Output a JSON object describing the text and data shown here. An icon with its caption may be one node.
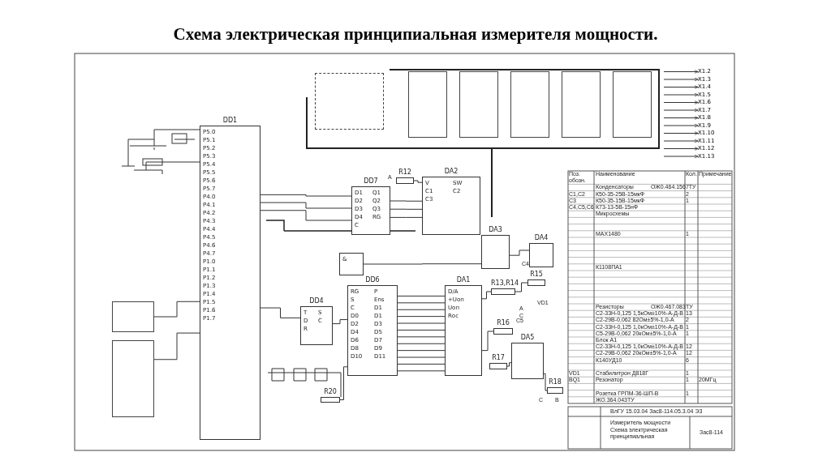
{
  "diagram": {
    "title": "Схема электрическая принципиальная измерителя мощности.",
    "nodes": [
      {
        "text": [
          "DD1",
          "P5.0",
          "P5.1",
          "P5.2",
          "P5.3",
          "P5.4",
          "P5.5",
          "P5.6",
          "P5.7",
          "P4.0",
          "P4.1",
          "P4.2",
          "P4.3",
          "P4.4",
          "P4.5",
          "P4.6",
          "P4.7",
          "P1.0",
          "P1.1",
          "P1.2",
          "P1.3",
          "P1.4",
          "P1.5",
          "P1.6",
          "P1.7"
        ]
      },
      {
        "text": [],
        "shape": "box"
      },
      {
        "text": [],
        "shape": "box"
      },
      {
        "text": [],
        "shape": "box"
      },
      {
        "text": [],
        "shape": "box"
      },
      {
        "text": [],
        "shape": "box"
      },
      {
        "text": [],
        "shape": "box"
      },
      {
        "text": [
          "DD7",
          "D1",
          "Q1",
          "D2",
          "Q2",
          "D3",
          "Q3",
          "D4",
          "RG",
          "C"
        ]
      },
      {
        "text": [
          "R12"
        ]
      },
      {
        "text": [
          "DA2",
          "V",
          "SW",
          "C1",
          "C2",
          "C3"
        ]
      },
      {
        "text": [
          "DA3"
        ]
      },
      {
        "text": [
          "DA4"
        ]
      },
      {
        "text": [
          "&"
        ]
      },
      {
        "text": [
          "DD6",
          "RG",
          "P",
          "S",
          "Ens",
          "C",
          "D1",
          "D0",
          "D1",
          "D2",
          "D3",
          "D4",
          "D5",
          "D6",
          "D7",
          "D8",
          "D9",
          "D10",
          "D11"
        ]
      },
      {
        "text": [
          "DA1",
          "D/A",
          "+Uоп",
          "Uоп",
          "Rос"
        ]
      },
      {
        "text": [
          "DD4",
          "T",
          "S",
          "D",
          "C",
          "R"
        ]
      },
      {
        "text": [
          "DA5"
        ]
      },
      {
        "text": [
          "R20"
        ]
      },
      {
        "text": [],
        "shape": "box"
      },
      {
        "text": [],
        "shape": "box"
      },
      {
        "text": [
          "R13,R14"
        ]
      },
      {
        "text": [
          "R15"
        ]
      },
      {
        "text": [
          "R16"
        ]
      },
      {
        "text": [
          "R17"
        ]
      },
      {
        "text": [
          "R18"
        ]
      },
      {
        "text": [
          "X1.2"
        ]
      },
      {
        "text": [
          "X1.3"
        ]
      },
      {
        "text": [
          "X1.4"
        ]
      },
      {
        "text": [
          "X1.5"
        ]
      },
      {
        "text": [
          "X1.6"
        ]
      },
      {
        "text": [
          "X1.7"
        ]
      },
      {
        "text": [
          "X1.8"
        ]
      },
      {
        "text": [
          "X1.9"
        ]
      },
      {
        "text": [
          "X1.10"
        ]
      },
      {
        "text": [
          "X1.11"
        ]
      },
      {
        "text": [
          "X1.12"
        ]
      },
      {
        "text": [
          "X1.13"
        ]
      }
    ],
    "edges": [
      {
        "from": 0,
        "to": 7,
        "arrow": "none"
      },
      {
        "from": 0,
        "to": 7,
        "arrow": "none"
      },
      {
        "from": 0,
        "to": 7,
        "arrow": "none"
      },
      {
        "from": 7,
        "to": 9,
        "arrow": "none"
      },
      {
        "from": 7,
        "to": 9,
        "arrow": "none"
      },
      {
        "from": 7,
        "to": 9,
        "arrow": "none"
      },
      {
        "from": 8,
        "to": 9,
        "arrow": "none"
      },
      {
        "from": 12,
        "to": 10,
        "arrow": "none"
      },
      {
        "from": 10,
        "to": 11,
        "arrow": "none"
      },
      {
        "from": 13,
        "to": 14,
        "arrow": "none"
      },
      {
        "from": 13,
        "to": 14,
        "arrow": "none"
      },
      {
        "from": 13,
        "to": 14,
        "arrow": "none"
      },
      {
        "from": 13,
        "to": 14,
        "arrow": "none"
      },
      {
        "from": 13,
        "to": 14,
        "arrow": "none"
      },
      {
        "from": 13,
        "to": 14,
        "arrow": "none"
      },
      {
        "from": 13,
        "to": 14,
        "arrow": "none"
      },
      {
        "from": 13,
        "to": 14,
        "arrow": "none"
      },
      {
        "from": 13,
        "to": 14,
        "arrow": "none"
      },
      {
        "from": 13,
        "to": 14,
        "arrow": "none"
      },
      {
        "from": 13,
        "to": 14,
        "arrow": "none"
      },
      {
        "from": 13,
        "to": 14,
        "arrow": "none"
      },
      {
        "from": 15,
        "to": 13,
        "arrow": "none"
      },
      {
        "from": 0,
        "to": 15,
        "arrow": "none"
      },
      {
        "from": 17,
        "to": 13,
        "arrow": "none"
      },
      {
        "from": 14,
        "to": 20,
        "arrow": "none"
      },
      {
        "from": 14,
        "to": 22,
        "arrow": "none"
      },
      {
        "from": 23,
        "to": 16,
        "arrow": "none"
      },
      {
        "from": 16,
        "to": 24,
        "arrow": "none"
      },
      {
        "from": 18,
        "to": 0,
        "arrow": "none"
      },
      {
        "from": 19,
        "to": 0,
        "arrow": "none"
      },
      {
        "from": 20,
        "to": 21,
        "arrow": "none"
      },
      {
        "from": null,
        "to": 25,
        "arrow": "to"
      },
      {
        "from": null,
        "to": 26,
        "arrow": "to"
      },
      {
        "from": null,
        "to": 27,
        "arrow": "to"
      },
      {
        "from": null,
        "to": 28,
        "arrow": "to"
      },
      {
        "from": null,
        "to": 29,
        "arrow": "to"
      },
      {
        "from": null,
        "to": 30,
        "arrow": "to"
      },
      {
        "from": null,
        "to": 31,
        "arrow": "to"
      },
      {
        "from": null,
        "to": 32,
        "arrow": "to"
      },
      {
        "from": null,
        "to": 33,
        "arrow": "to"
      },
      {
        "from": null,
        "to": 34,
        "arrow": "to"
      },
      {
        "from": null,
        "to": 35,
        "arrow": "to"
      },
      {
        "from": null,
        "to": 36,
        "arrow": "to"
      }
    ],
    "labels": [
      "Поз. обозн.",
      "Наименование",
      "Кол.",
      "Примечание",
      "Конденсаторы",
      "ОЖ0.464.1567ТУ",
      "C1,C2",
      "К50-35-25В-15мкФ",
      "2",
      "C3",
      "К50-35-15В-15мкФ",
      "1",
      "C4,C5,C6",
      "К73-13-5В-15нФ",
      "Микросхемы",
      "MAX1480",
      "1",
      "К1108ПА1",
      "Резисторы",
      "ОЖ0.467.083ТУ",
      "С2-33Н-0,125 1,5кОм±10%-А-Д-В",
      "13",
      "С2-29В-0,062 82Ом±5%-1,0-А",
      "2",
      "С2-33Н-0,125 1,0кОм±10%-А-Д-В",
      "1",
      "С5-29В-0,062 20кОм±5%-1,0-А",
      "1",
      "Блок А1",
      "С2-33Н-0,125 1,0кОм±10%-А-Д-В",
      "12",
      "С2-29В-0,062 20кОм±5%-1,0-А",
      "12",
      "К140УД10",
      "6",
      "VD1",
      "Стабилитрон Д818Г",
      "1",
      "BQ1",
      "Резонатор",
      "1",
      "20МГц",
      "Розетка ГРПМ-36-ШП-В",
      "1",
      "ЖО.364.043ТУ",
      "ВлГУ 15.03.04 Зас8-114.05.3.04 Э3",
      "Измеритель мощности",
      "Схема электрическая принципиальная",
      "Зас8-114",
      "C4",
      "C5",
      "VD1",
      "A",
      "C",
      "A",
      "C",
      "B"
    ]
  }
}
